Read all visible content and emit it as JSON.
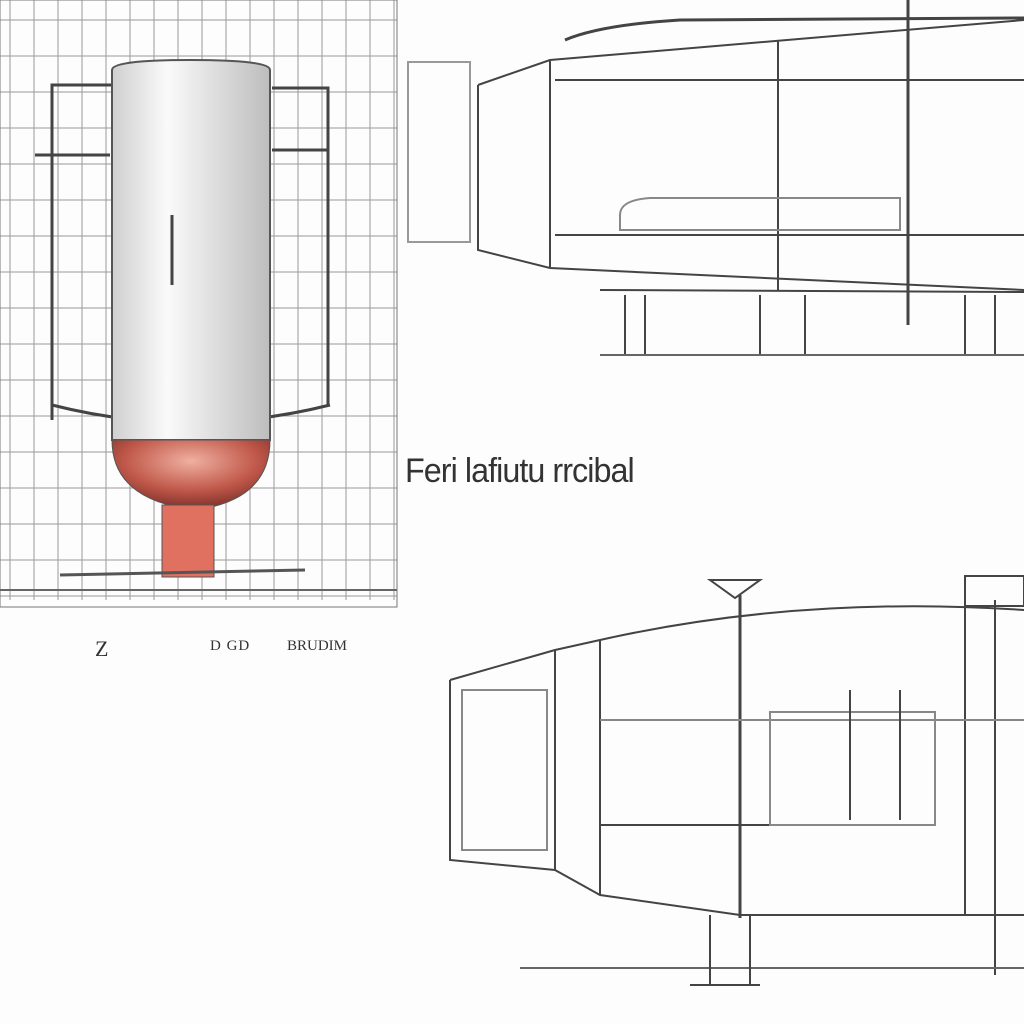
{
  "title": "Feri lafiutu rrcibal",
  "labels": [
    "D GD",
    "BRUDIM"
  ],
  "mark": "Z",
  "colors": {
    "line": "#444444",
    "tank": "#e8e8e8",
    "copper": "#c0584a"
  }
}
